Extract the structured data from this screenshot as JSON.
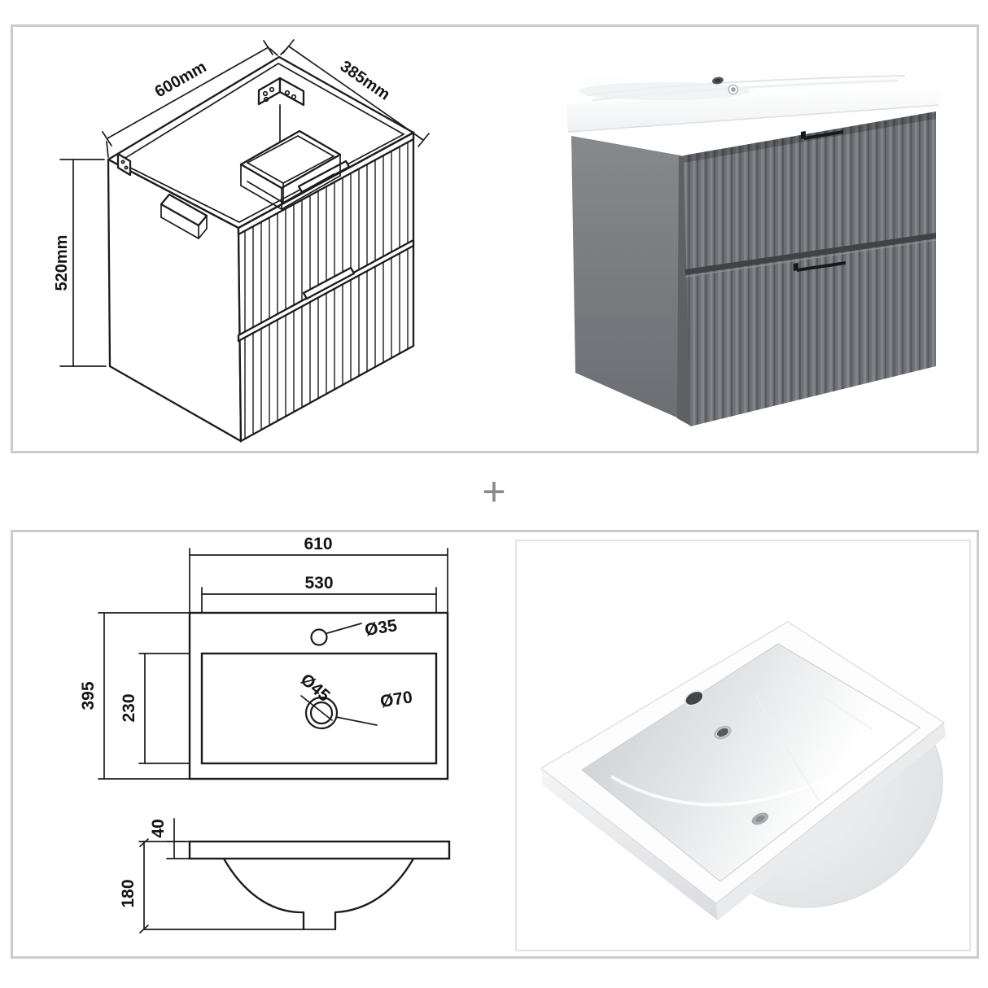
{
  "page": {
    "background": "#ffffff",
    "panel_border_color": "#cbcbcb"
  },
  "separator": {
    "plus_symbol": "+"
  },
  "vanity_section": {
    "drawing": {
      "width_label": "600mm",
      "depth_label": "385mm",
      "height_label": "520mm"
    },
    "photo": {
      "cabinet_color": "#6e7276",
      "side_panel_color": "#7b7f82",
      "handle_color": "#17191b",
      "worktop_color": "#ffffff"
    }
  },
  "basin_section": {
    "top_view": {
      "overall_width": "610",
      "bowl_width": "530",
      "overall_depth": "395",
      "bowl_depth": "230",
      "tap_hole_diameter": "Ø35",
      "waste_hole_diameter": "Ø45",
      "drain_recess_diameter": "Ø70"
    },
    "side_view": {
      "rim_thickness": "40",
      "bowl_height": "180"
    },
    "photo": {
      "basin_color": "#ffffff"
    }
  }
}
